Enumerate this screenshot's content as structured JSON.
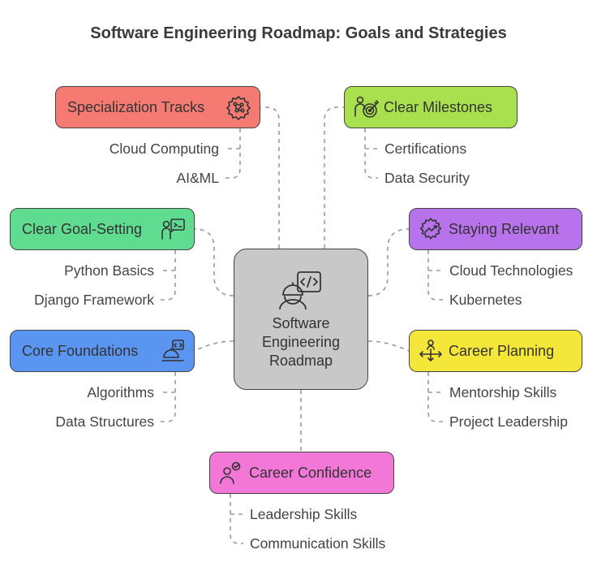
{
  "title": "Software Engineering Roadmap: Goals and Strategies",
  "center": {
    "label": "Software Engineering Roadmap",
    "icon": "developer-icon"
  },
  "branches": [
    {
      "id": "specialization",
      "label": "Specialization Tracks",
      "color": "#f47a72",
      "icon": "network-icon",
      "items": [
        "Cloud Computing",
        "AI&ML"
      ]
    },
    {
      "id": "milestones",
      "label": "Clear Milestones",
      "color": "#a8e04e",
      "icon": "target-person-icon",
      "items": [
        "Certifications",
        "Data Security"
      ]
    },
    {
      "id": "goal-setting",
      "label": "Clear Goal-Setting",
      "color": "#5fdc90",
      "icon": "presenter-icon",
      "items": [
        "Python Basics",
        "Django Framework"
      ]
    },
    {
      "id": "relevant",
      "label": "Staying Relevant",
      "color": "#b872ec",
      "icon": "gear-chart-icon",
      "items": [
        "Cloud Technologies",
        "Kubernetes"
      ]
    },
    {
      "id": "foundations",
      "label": "Core Foundations",
      "color": "#5a95f2",
      "icon": "coder-icon",
      "items": [
        "Algorithms",
        "Data Structures"
      ]
    },
    {
      "id": "career-planning",
      "label": "Career Planning",
      "color": "#f5e63a",
      "icon": "directions-icon",
      "items": [
        "Mentorship Skills",
        "Project Leadership"
      ]
    },
    {
      "id": "confidence",
      "label": "Career Confidence",
      "color": "#f277d6",
      "icon": "confident-person-icon",
      "items": [
        "Leadership Skills",
        "Communication Skills"
      ]
    }
  ]
}
